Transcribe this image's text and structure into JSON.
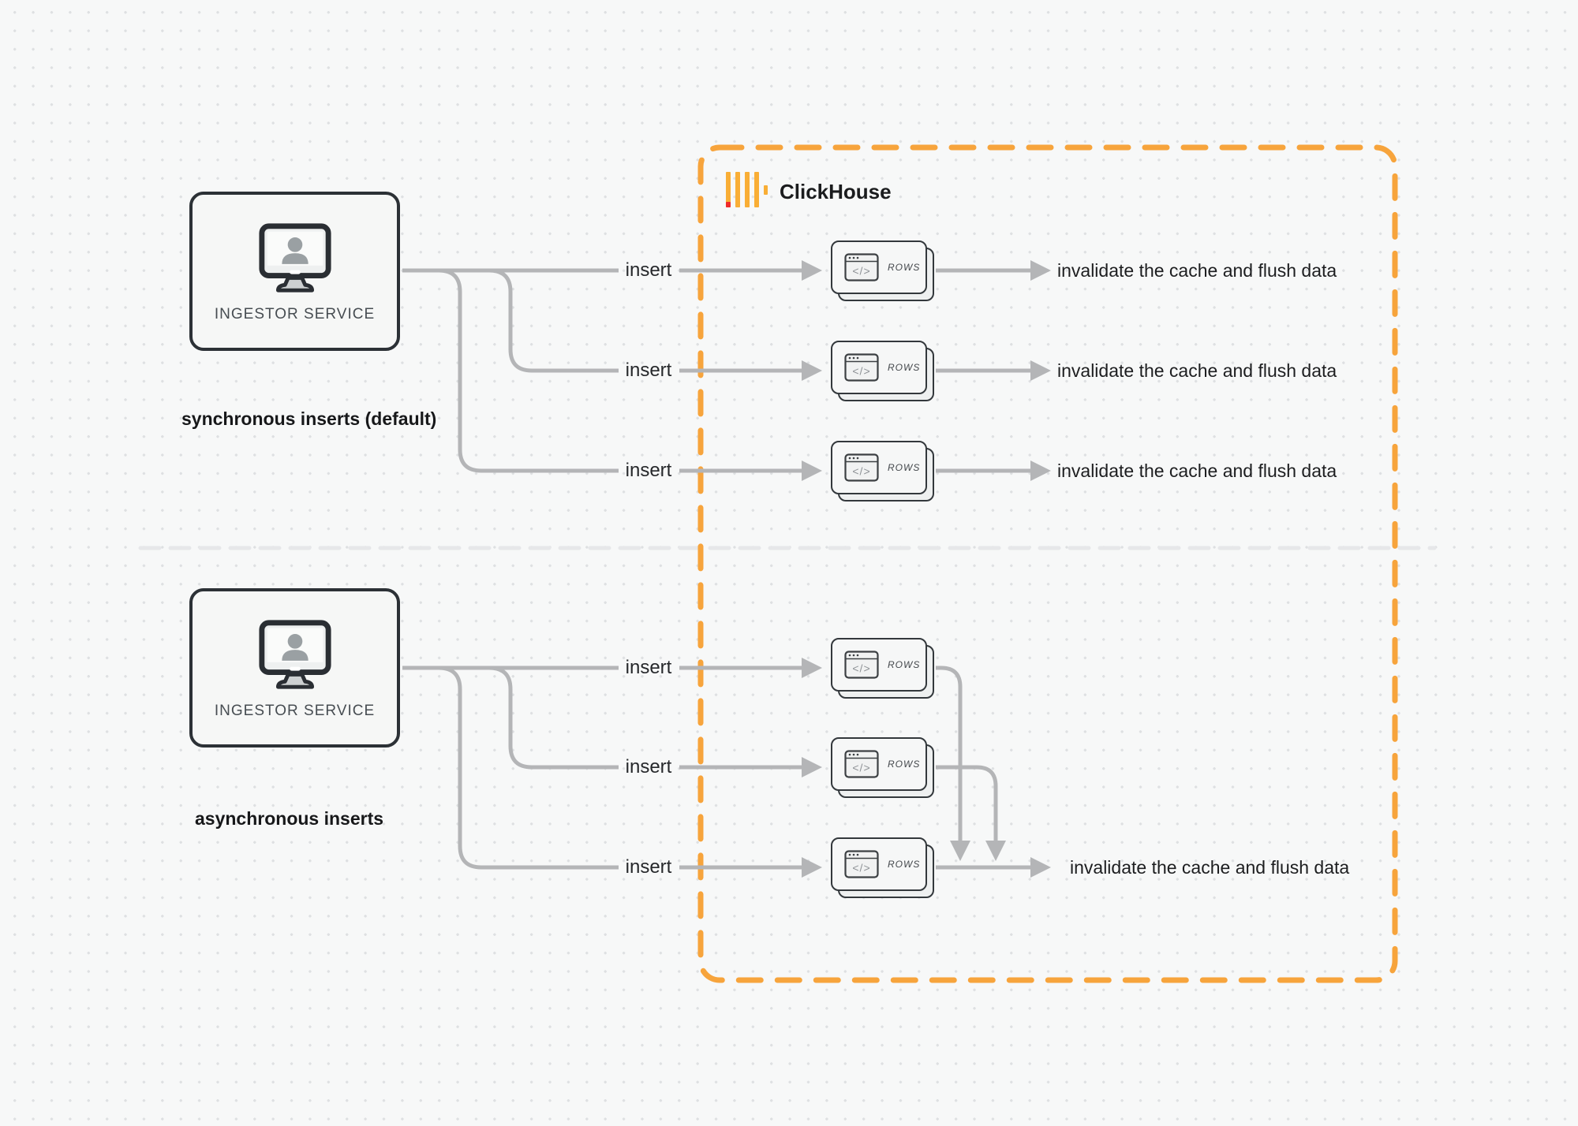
{
  "colors": {
    "accent_orange": "#F7A43C",
    "logo_red": "#EF2B2A",
    "connector_gray": "#b4b5b7",
    "node_border": "#33383c",
    "box_border": "#2c3136",
    "background": "#f7f8f8"
  },
  "icons": {
    "clickhouse_logo": "clickhouse-bars-logo",
    "source_icon": "monitor-user-icon",
    "node_icon": "code-window-icon"
  },
  "cluster": {
    "title": "ClickHouse"
  },
  "sync": {
    "caption": "synchronous inserts (default)",
    "source": {
      "label": "INGESTOR SERVICE"
    },
    "flows": [
      {
        "insert_label": "insert",
        "node_label": "ROWS",
        "node_glyph": "</>",
        "result_label": "invalidate the cache and flush data"
      },
      {
        "insert_label": "insert",
        "node_label": "ROWS",
        "node_glyph": "</>",
        "result_label": "invalidate the cache and flush data"
      },
      {
        "insert_label": "insert",
        "node_label": "ROWS",
        "node_glyph": "</>",
        "result_label": "invalidate the cache and flush data"
      }
    ]
  },
  "async": {
    "caption": "asynchronous inserts",
    "source": {
      "label": "INGESTOR SERVICE"
    },
    "flows": [
      {
        "insert_label": "insert",
        "node_label": "ROWS",
        "node_glyph": "</>"
      },
      {
        "insert_label": "insert",
        "node_label": "ROWS",
        "node_glyph": "</>"
      },
      {
        "insert_label": "insert",
        "node_label": "ROWS",
        "node_glyph": "</>"
      }
    ],
    "result_label": "invalidate the cache and flush data"
  }
}
